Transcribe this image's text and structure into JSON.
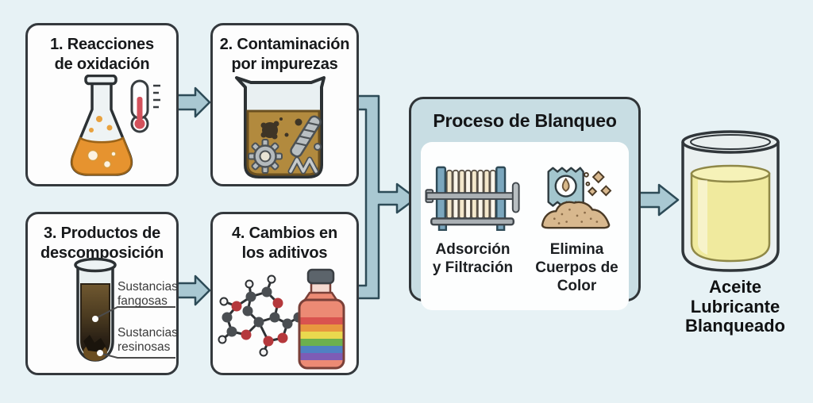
{
  "colors": {
    "background": "#e7f2f5",
    "box_fill": "#fdfdfd",
    "box_border": "#34393d",
    "process_fill": "#c8dde3",
    "process_border": "#2f3437",
    "arrow_fill": "#a9c8d2",
    "arrow_outline": "#2d4b57",
    "oxidized_oil": "#e6932f",
    "dirty_oil": "#b28a3e",
    "bleached_oil": "#f0ea9e"
  },
  "causes": [
    {
      "title": "1. Reacciones\nde oxidación",
      "icon": "flask-with-thermometer"
    },
    {
      "title": "2. Contaminación\npor impurezas",
      "icon": "contaminated-beaker"
    },
    {
      "title": "3. Productos de\ndescomposición",
      "icon": "test-tube-sediment",
      "annotations": [
        "Sustancias\nfangosas",
        "Sustancias\nresinosas"
      ]
    },
    {
      "title": "4. Cambios en\nlos aditivos",
      "icon": "molecule-and-additive-bottle"
    }
  ],
  "process": {
    "title": "Proceso de Blanqueo",
    "steps": [
      {
        "label": "Adsorción\ny Filtración",
        "icon": "filter-press"
      },
      {
        "label": "Elimina\nCuerpos de\nColor",
        "icon": "adsorbent-powder-bag"
      }
    ]
  },
  "output": {
    "label": "Aceite\nLubricante\nBlanqueado",
    "icon": "beaker-bleached-oil"
  }
}
